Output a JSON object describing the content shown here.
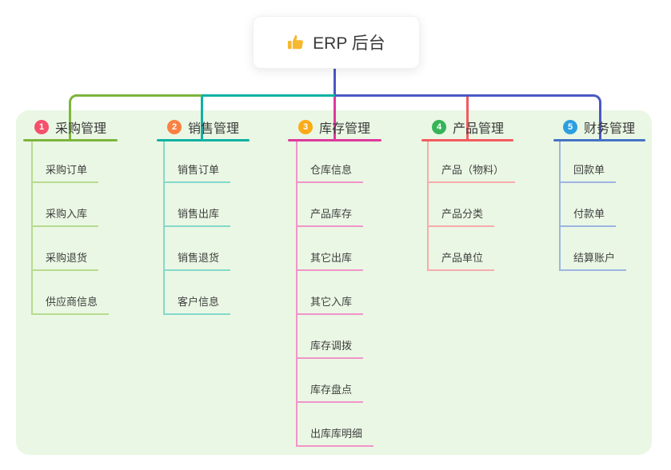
{
  "root": {
    "icon": "thumbs-up-icon",
    "title": "ERP 后台"
  },
  "connector_color": "#4a58c4",
  "panel_color": "#eaf7e4",
  "branches": [
    {
      "index": "1",
      "label": "采购管理",
      "badge_color": "#f4516c",
      "line_color": "#7db53e",
      "light_color": "#b7dc8e",
      "children": [
        "采购订单",
        "采购入库",
        "采购退货",
        "供应商信息"
      ]
    },
    {
      "index": "2",
      "label": "销售管理",
      "badge_color": "#f98143",
      "line_color": "#10b1a3",
      "light_color": "#85d8cc",
      "children": [
        "销售订单",
        "销售出库",
        "销售退货",
        "客户信息"
      ]
    },
    {
      "index": "3",
      "label": "库存管理",
      "badge_color": "#fbab18",
      "line_color": "#dd3a9c",
      "light_color": "#f095ca",
      "children": [
        "仓库信息",
        "产品库存",
        "其它出库",
        "其它入库",
        "库存调拨",
        "库存盘点",
        "出库库明细"
      ]
    },
    {
      "index": "4",
      "label": "产品管理",
      "badge_color": "#35b558",
      "line_color": "#f25b5f",
      "light_color": "#f8abab",
      "children": [
        "产品（物料）",
        "产品分类",
        "产品单位"
      ]
    },
    {
      "index": "5",
      "label": "财务管理",
      "badge_color": "#2d9fe0",
      "line_color": "#4472c4",
      "light_color": "#9db5e2",
      "children": [
        "回款单",
        "付款单",
        "结算账户"
      ]
    }
  ]
}
